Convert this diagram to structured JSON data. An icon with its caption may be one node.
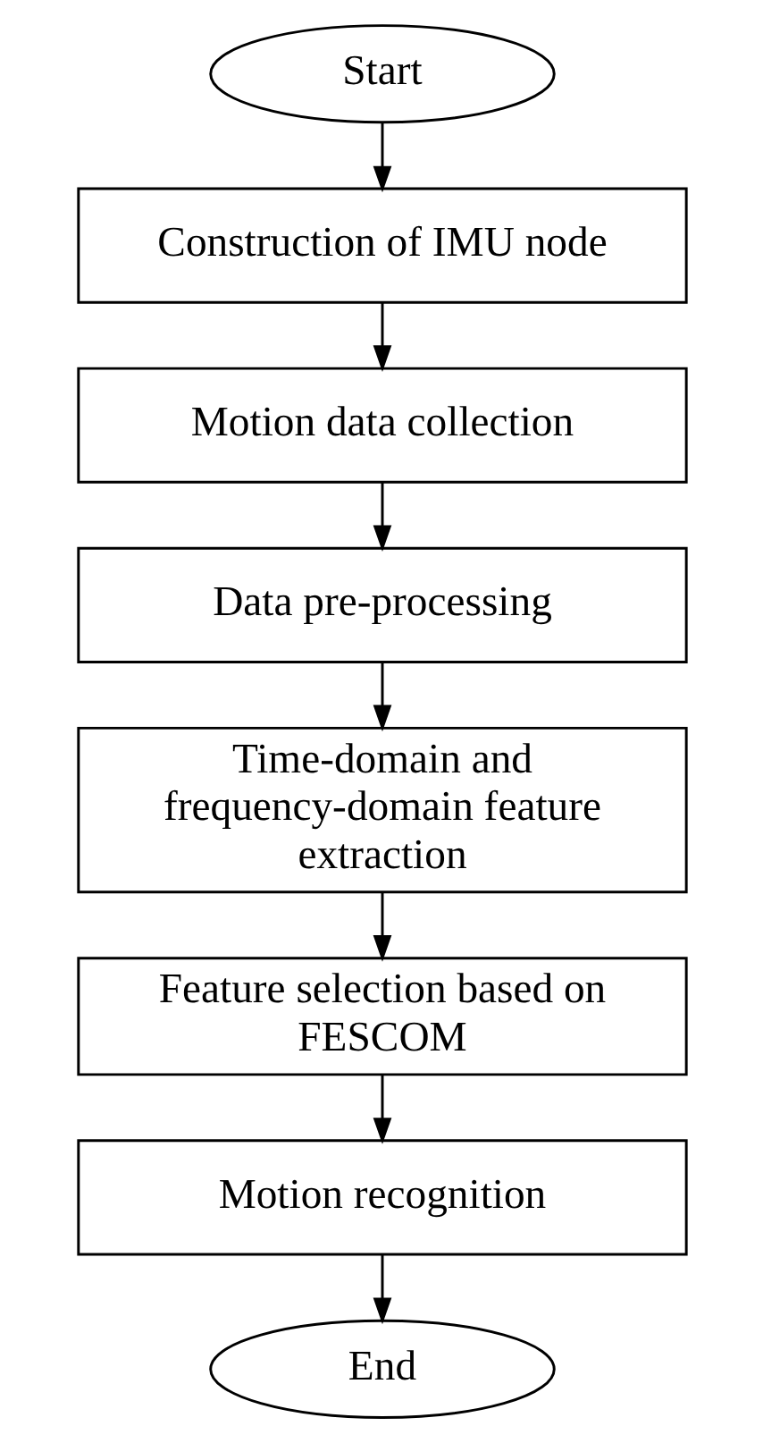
{
  "diagram": {
    "nodes": [
      {
        "text": [
          "Start"
        ]
      },
      {
        "text": [
          "Construction of IMU node"
        ]
      },
      {
        "text": [
          "Motion data collection"
        ]
      },
      {
        "text": [
          "Data pre-processing"
        ]
      },
      {
        "text": [
          "Time-domain and frequency-domain feature extraction"
        ]
      },
      {
        "text": [
          "Feature selection based on FESCOM"
        ]
      },
      {
        "text": [
          "Motion recognition"
        ]
      },
      {
        "text": [
          "End"
        ]
      }
    ],
    "edges": [
      {
        "from": 0,
        "to": 1,
        "arrow": "to"
      },
      {
        "from": 1,
        "to": 2,
        "arrow": "to"
      },
      {
        "from": 2,
        "to": 3,
        "arrow": "to"
      },
      {
        "from": 3,
        "to": 4,
        "arrow": "to"
      },
      {
        "from": 4,
        "to": 5,
        "arrow": "to"
      },
      {
        "from": 5,
        "to": 6,
        "arrow": "to"
      },
      {
        "from": 6,
        "to": 7,
        "arrow": "to"
      }
    ]
  }
}
